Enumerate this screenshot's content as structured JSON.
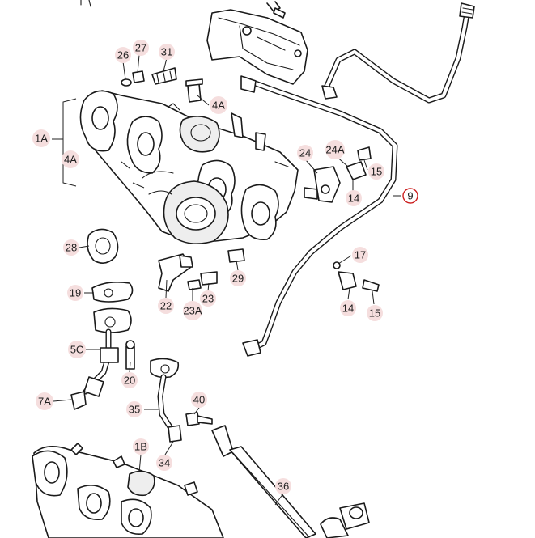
{
  "diagram": {
    "accent_color": "#cc1f1f",
    "callout_bg_color": "#f5dede",
    "callouts": {
      "c26": "26",
      "c27": "27",
      "c31": "31",
      "c4a_top": "4A",
      "c1a": "1A",
      "c4a_left": "4A",
      "c24": "24",
      "c24a": "24A",
      "c15_top": "15",
      "c14_top": "14",
      "c9": "9",
      "c28": "28",
      "c17": "17",
      "c19": "19",
      "c22": "22",
      "c23a": "23A",
      "c23": "23",
      "c29": "29",
      "c14_bot": "14",
      "c15_bot": "15",
      "c5c": "5C",
      "c20": "20",
      "c7a": "7A",
      "c35": "35",
      "c40": "40",
      "c1b": "1B",
      "c34": "34",
      "c36": "36"
    },
    "icons": [
      "turbocharger-icon",
      "exhaust-manifold-icon",
      "oil-pipe-icon",
      "bolt-icon",
      "heat-shield-icon",
      "gasket-icon"
    ]
  }
}
